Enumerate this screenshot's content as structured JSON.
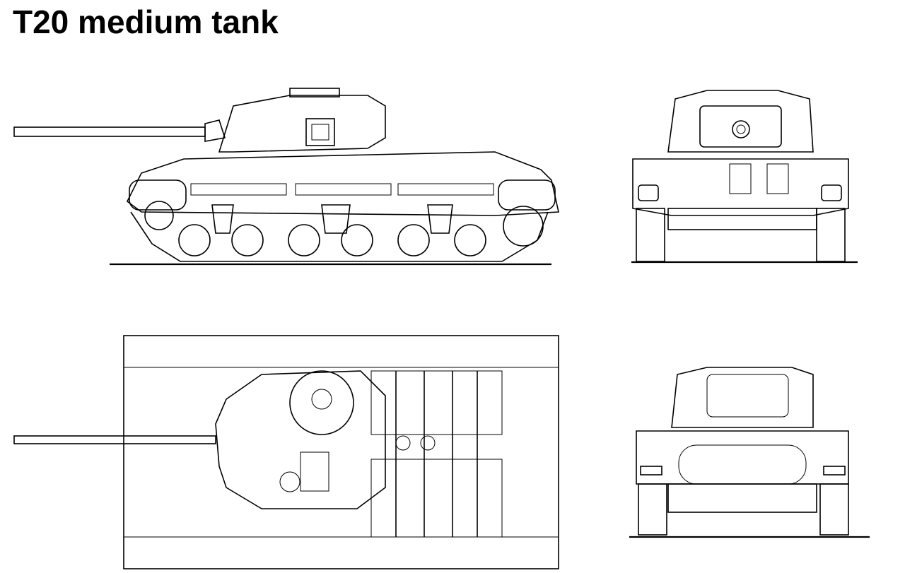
{
  "title": "T20 medium tank",
  "colors": {
    "ink": "#000000",
    "background": "#ffffff"
  },
  "views": [
    "side",
    "front",
    "top",
    "rear"
  ]
}
